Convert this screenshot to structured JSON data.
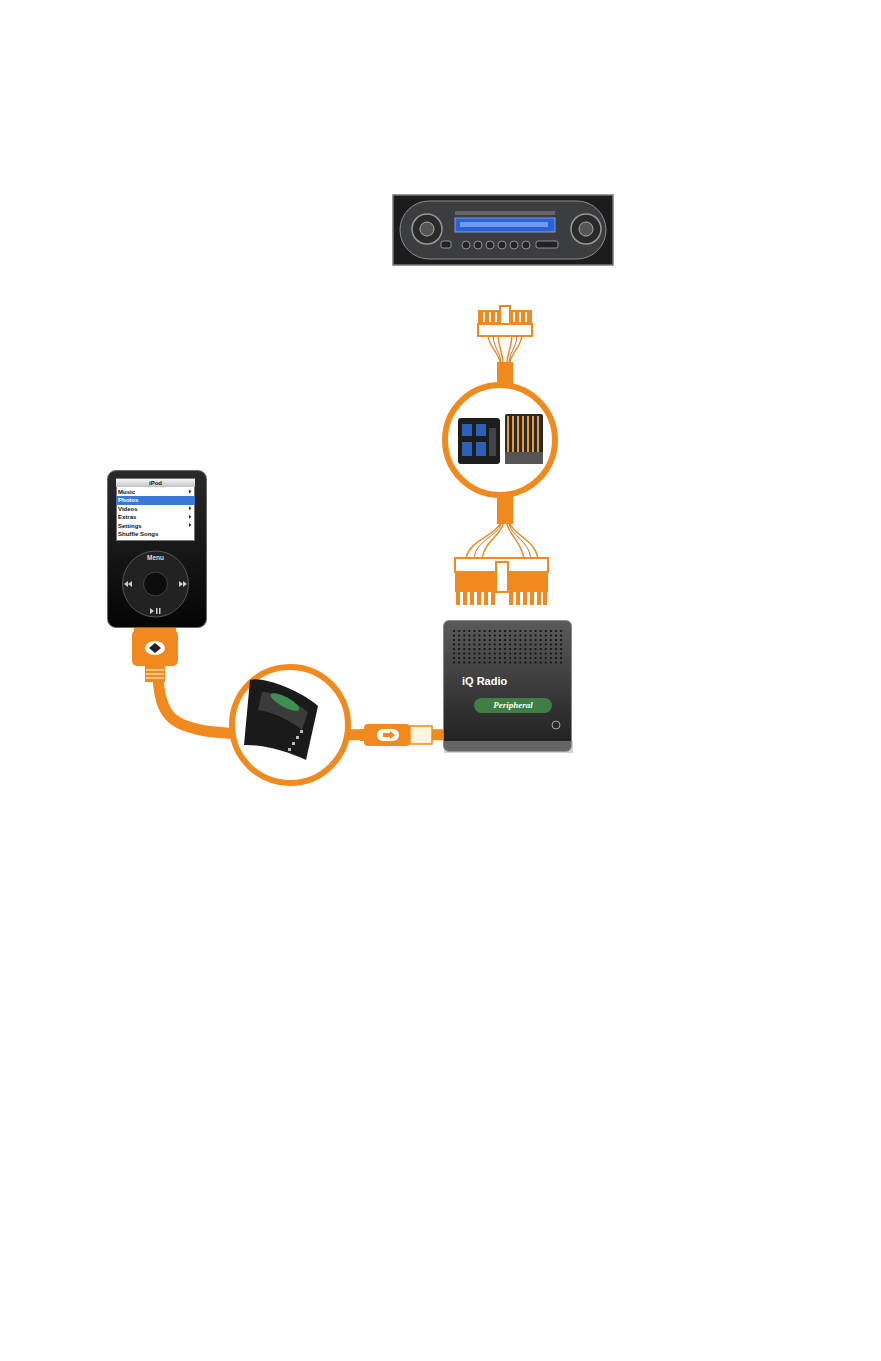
{
  "diagram": {
    "nodes": [
      {
        "text": [
          "iPod",
          "Music",
          "Photos",
          "Videos",
          "Extras",
          "Settings",
          "Shuffle Songs",
          "Menu"
        ]
      },
      {
        "text": [
          "iQ Radio",
          "Peripheral"
        ]
      }
    ],
    "edges": [
      {
        "from": 0,
        "to": 1,
        "arrow": "none"
      }
    ]
  }
}
